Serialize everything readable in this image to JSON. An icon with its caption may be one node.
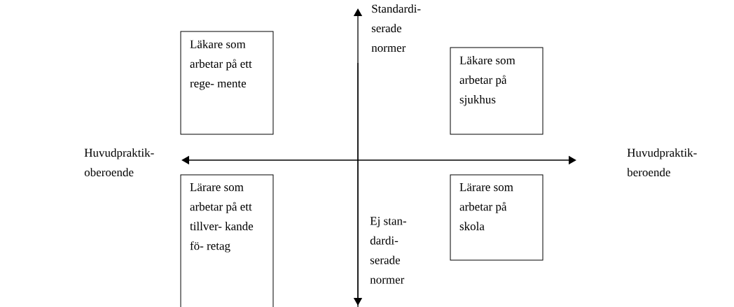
{
  "diagram": {
    "nodes": [
      {
        "text": [
          "Läkare som arbetar på ett rege- mente"
        ]
      },
      {
        "text": [
          "Läkare som arbetar på sjukhus"
        ]
      },
      {
        "text": [
          "Lärare som arbetar på ett tillver- kande fö- retag"
        ]
      },
      {
        "text": [
          "Lärare som arbetar på skola"
        ]
      }
    ],
    "labels": [
      "Standardi- serade normer",
      "Huvudpraktik- oberoende",
      "Huvudpraktik- beroende",
      "Ej stan- dardi- serade normer"
    ]
  }
}
